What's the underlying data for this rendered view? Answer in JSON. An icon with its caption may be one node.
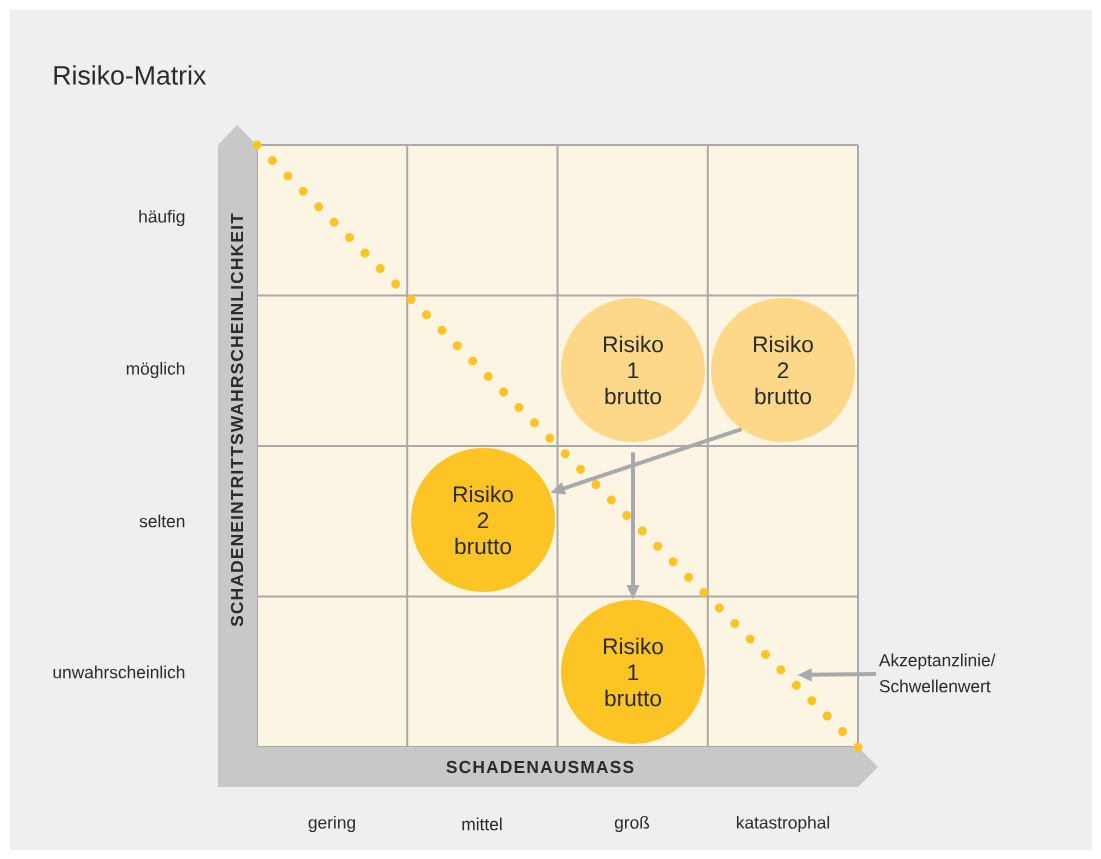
{
  "diagram": {
    "title": "Risiko-Matrix",
    "nodes": [
      {
        "text": [
          "Risiko",
          "1",
          "brutto"
        ]
      },
      {
        "text": [
          "Risiko",
          "2",
          "brutto"
        ]
      },
      {
        "text": [
          "Risiko",
          "2",
          "brutto"
        ]
      },
      {
        "text": [
          "Risiko",
          "1",
          "brutto"
        ]
      },
      {
        "text": [
          "Akzeptanzlinie/ Schwellenwert"
        ]
      }
    ],
    "edges": [
      {
        "from": 1,
        "to": 2,
        "arrow": "to"
      },
      {
        "from": 0,
        "to": 3,
        "arrow": "to"
      },
      {
        "from": 4,
        "to": null,
        "arrow": "to"
      }
    ],
    "labels": [
      "häufig",
      "SCHADENEINTRITTSWAHRSCHEINLICHKEIT",
      "möglich",
      "selten",
      "unwahrscheinlich",
      "SCHADENAUSMASS",
      "gering",
      "mittel",
      "groß",
      "katastrophal"
    ]
  }
}
